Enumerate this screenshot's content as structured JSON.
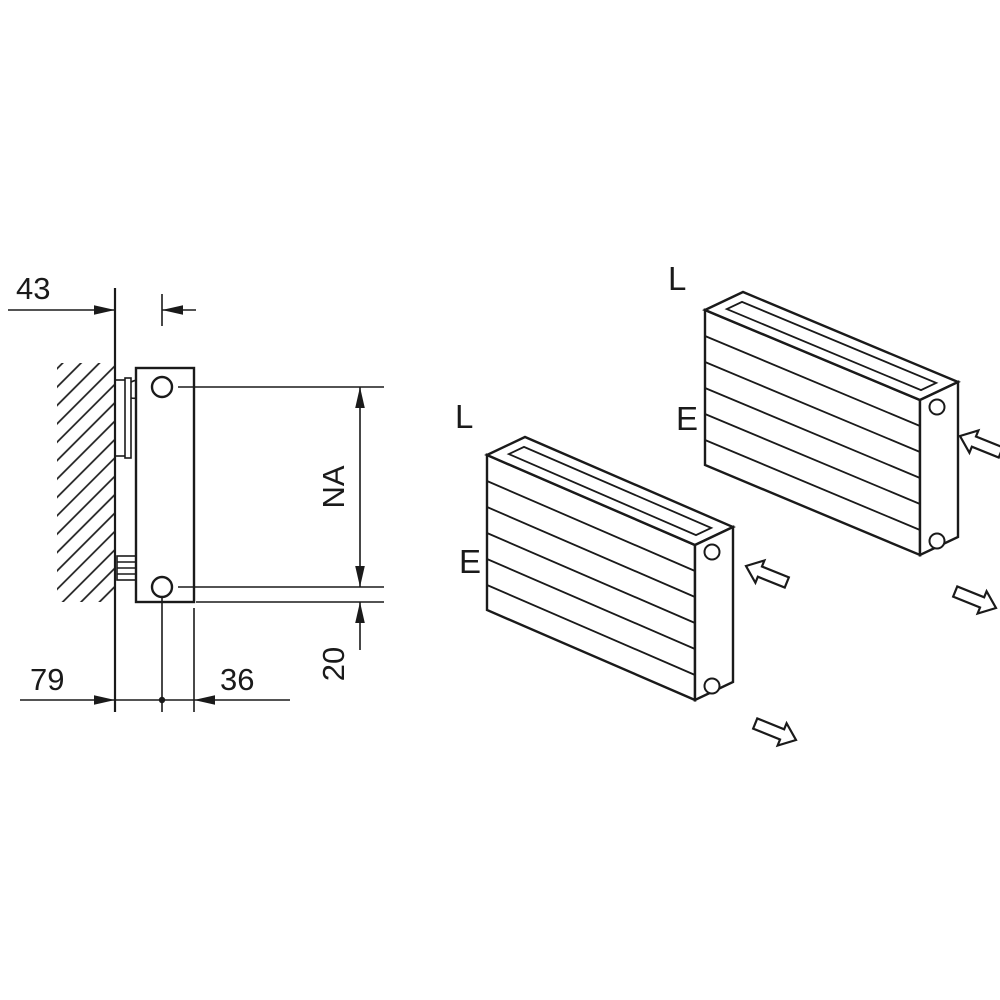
{
  "drawing": {
    "side_view": {
      "dim_wall_to_hub": "43",
      "dim_hub_distance": "NA",
      "dim_total_depth": "79",
      "dim_hub_to_front": "36",
      "dim_hub_to_bottom": "20"
    },
    "iso_view": {
      "front_radiator": {
        "label_l": "L",
        "label_e": "E"
      },
      "rear_radiator": {
        "label_l": "L",
        "label_e": "E"
      }
    },
    "colors": {
      "line": "#1a1a1a",
      "background": "#ffffff"
    }
  }
}
